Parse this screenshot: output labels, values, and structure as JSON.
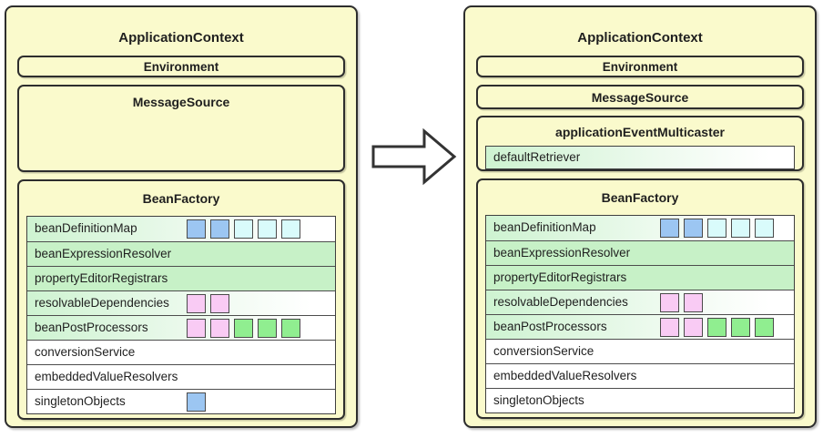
{
  "arrow": {
    "direction": "right"
  },
  "colors": {
    "box_fill": "#FAFACC",
    "border": "#2d2d2d",
    "row_solid_green": "#C7F1C7",
    "row_gradient_green": "#CEF3D1",
    "squares": {
      "blue": "#9CC6F2",
      "cyan": "#D9FBFB",
      "pink": "#F9CBF4",
      "green": "#90EE90"
    }
  },
  "diagrams": [
    {
      "title": "ApplicationContext",
      "environment": {
        "label": "Environment"
      },
      "message_source": {
        "label": "MessageSource"
      },
      "bean_factory": {
        "title": "BeanFactory",
        "rows": [
          {
            "label": "beanDefinitionMap",
            "squares": [
              "blue",
              "blue",
              "cyan",
              "cyan",
              "cyan"
            ]
          },
          {
            "label": "beanExpressionResolver",
            "squares": []
          },
          {
            "label": "propertyEditorRegistrars",
            "squares": []
          },
          {
            "label": "resolvableDependencies",
            "squares": [
              "pink",
              "pink"
            ]
          },
          {
            "label": "beanPostProcessors",
            "squares": [
              "pink",
              "pink",
              "green",
              "green",
              "green"
            ]
          },
          {
            "label": "conversionService",
            "squares": []
          },
          {
            "label": "embeddedValueResolvers",
            "squares": []
          },
          {
            "label": "singletonObjects",
            "squares": [
              "blue"
            ]
          }
        ]
      }
    },
    {
      "title": "ApplicationContext",
      "environment": {
        "label": "Environment"
      },
      "message_source": {
        "label": "MessageSource"
      },
      "event_multicaster": {
        "title": "applicationEventMulticaster",
        "rows": [
          {
            "label": "defaultRetriever"
          }
        ]
      },
      "bean_factory": {
        "title": "BeanFactory",
        "rows": [
          {
            "label": "beanDefinitionMap",
            "squares": [
              "blue",
              "blue",
              "cyan",
              "cyan",
              "cyan"
            ]
          },
          {
            "label": "beanExpressionResolver",
            "squares": []
          },
          {
            "label": "propertyEditorRegistrars",
            "squares": []
          },
          {
            "label": "resolvableDependencies",
            "squares": [
              "pink",
              "pink"
            ]
          },
          {
            "label": "beanPostProcessors",
            "squares": [
              "pink",
              "pink",
              "green",
              "green",
              "green"
            ]
          },
          {
            "label": "conversionService",
            "squares": []
          },
          {
            "label": "embeddedValueResolvers",
            "squares": []
          },
          {
            "label": "singletonObjects",
            "squares": []
          }
        ]
      }
    }
  ]
}
